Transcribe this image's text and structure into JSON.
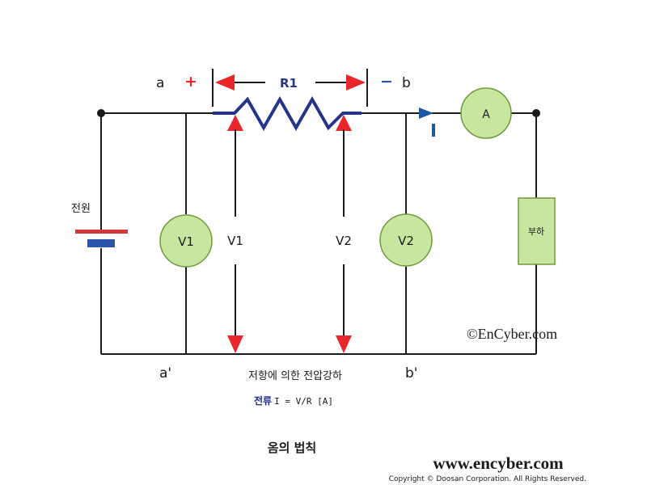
{
  "labels": {
    "node_a": "a",
    "node_b": "b",
    "node_a_prime": "a'",
    "node_b_prime": "b'",
    "plus_sign": "+",
    "minus_sign": "−",
    "resistor": "R1",
    "current": "I",
    "ammeter": "A",
    "voltmeter_1": "V1",
    "voltmeter_2": "V2",
    "drop_1": "V1",
    "drop_2": "V2",
    "source": "전원",
    "load": "부하",
    "voltage_drop_caption": "저항에 의한 전압강하",
    "formula_bold": "전류",
    "formula_rest": " I = V/R [A]",
    "title": "옴의 법칙",
    "watermark": "©EnCyber.com",
    "website": "www.encyber.com",
    "copyright": "Copyright © Doosan Corporation. All Rights Reserved."
  },
  "colors": {
    "wire": "#1a1a1a",
    "resistor": "#26358a",
    "arrow_red": "#e8262b",
    "meter_fill": "#c8e6a0",
    "meter_stroke": "#6e9a3a",
    "battery_pos": "#d0393c",
    "battery_neg": "#2a55a8",
    "formula_blue": "#1f2d8c",
    "current_marker": "#1e56a0"
  }
}
